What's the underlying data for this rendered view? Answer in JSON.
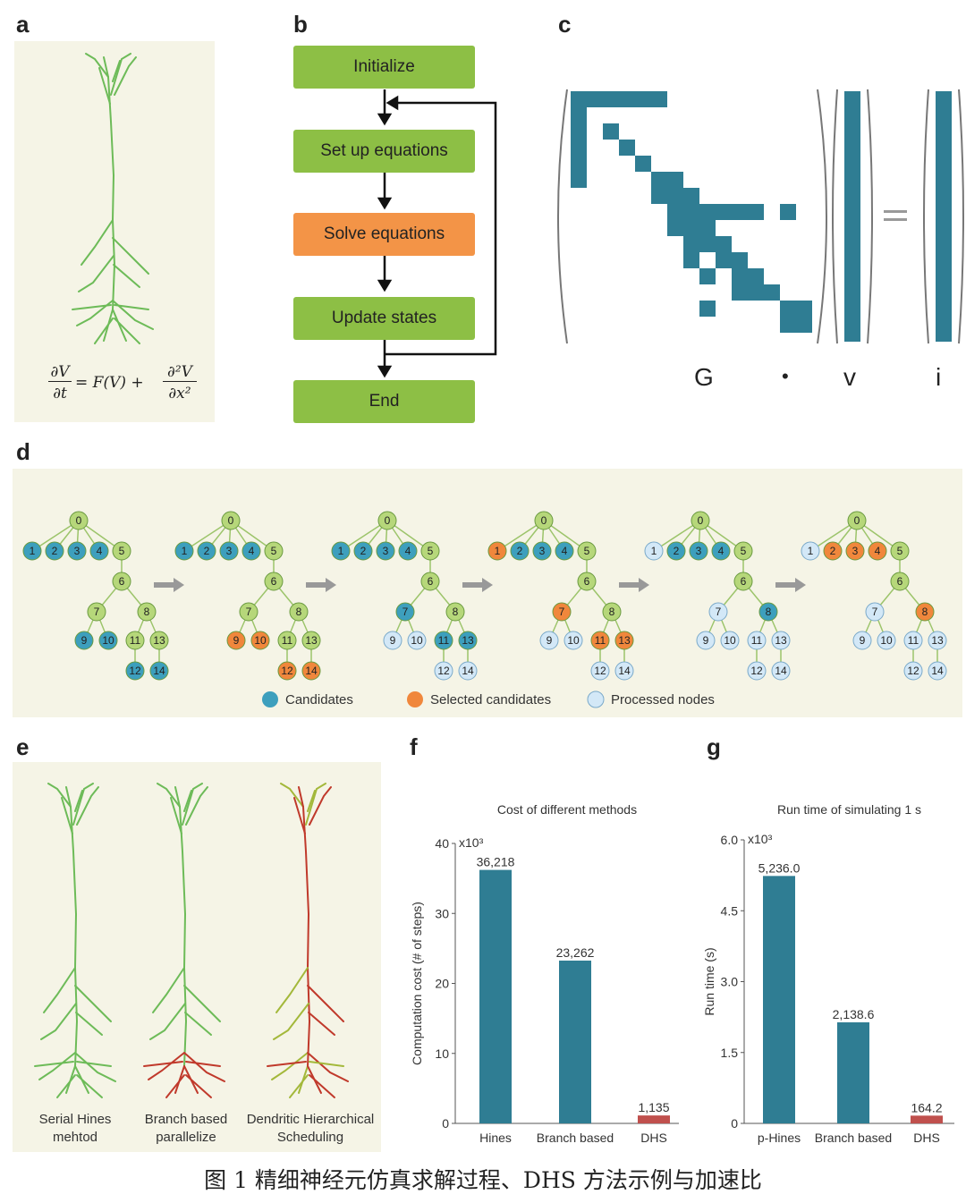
{
  "panels": {
    "a": "a",
    "b": "b",
    "c": "c",
    "d": "d",
    "e": "e",
    "f": "f",
    "g": "g"
  },
  "panel_a": {
    "equation_lhs_num": "∂V",
    "equation_lhs_den": "∂t",
    "equation_mid": "= F(V) +",
    "equation_rhs_num": "∂²V",
    "equation_rhs_den": "∂x²"
  },
  "panel_b": {
    "steps": [
      "Initialize",
      "Set up equations",
      "Solve equations",
      "Update states",
      "End"
    ]
  },
  "panel_c": {
    "labels": {
      "G": "G",
      "op": "•",
      "v": "v",
      "eq": "=",
      "i": "i"
    }
  },
  "panel_d": {
    "legend": {
      "candidates": "Candidates",
      "selected": "Selected candidates",
      "processed": "Processed nodes"
    },
    "colors": {
      "default": "#b6d77a",
      "candidate": "#3d9fbd",
      "selected": "#f0873c",
      "processed": "#d3e8f7"
    }
  },
  "panel_e": {
    "labels": [
      {
        "line1": "Serial Hines",
        "line2": "mehtod"
      },
      {
        "line1": "Branch based",
        "line2": "parallelize"
      },
      {
        "line1": "Dendritic Hierarchical",
        "line2": "Scheduling"
      }
    ]
  },
  "chart_data": [
    {
      "type": "bar",
      "title": "Cost of different methods",
      "ylabel": "Computation cost (# of steps)",
      "multiplier": "x10³",
      "categories": [
        "Hines",
        "Branch based",
        "DHS"
      ],
      "values": [
        36218,
        23262,
        1135
      ],
      "value_labels": [
        "36,218",
        "23,262",
        "1,135"
      ],
      "ylim": [
        0,
        40
      ],
      "yticks": [
        "0",
        "10",
        "20",
        "30",
        "40"
      ],
      "colors": [
        "#2f7d93",
        "#2f7d93",
        "#c0504d"
      ]
    },
    {
      "type": "bar",
      "title": "Run time of simulating 1 s",
      "ylabel": "Run time (s)",
      "multiplier": "x10³",
      "categories": [
        "p-Hines",
        "Branch based",
        "DHS"
      ],
      "values": [
        5236.0,
        2138.6,
        164.2
      ],
      "value_labels": [
        "5,236.0",
        "2,138.6",
        "164.2"
      ],
      "ylim": [
        0,
        6.0
      ],
      "yticks": [
        "0",
        "1.5",
        "3.0",
        "4.5",
        "6.0"
      ],
      "colors": [
        "#2f7d93",
        "#2f7d93",
        "#c0504d"
      ]
    }
  ],
  "caption": "图 1 精细神经元仿真求解过程、DHS 方法示例与加速比"
}
